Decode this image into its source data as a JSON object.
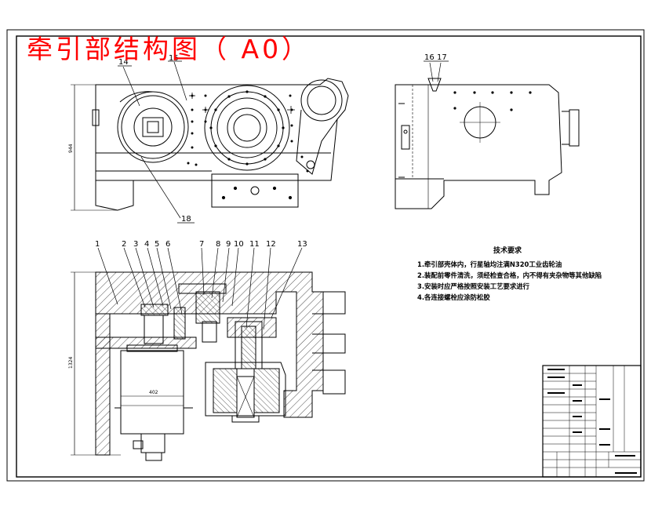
{
  "title": "牵引部结构图（ A0）",
  "part_numbers": [
    "1",
    "2",
    "3",
    "4",
    "5",
    "6",
    "7",
    "8",
    "9",
    "10",
    "11",
    "12",
    "13",
    "14",
    "15",
    "16",
    "17",
    "18"
  ],
  "dimensions": {
    "top_view_height": "944",
    "section_height": "1324",
    "motor_width": "402"
  },
  "technical_notes": {
    "heading": "技术要求",
    "items": [
      "1.牵引部壳体内，行星轴均注满N320工业齿轮油",
      "2.装配前零件清洗，须经检查合格，内不得有夹杂物等其他缺陷",
      "3.安装时应严格按照安装工艺要求进行",
      "4.各连接螺栓应涂防松胶"
    ]
  },
  "colors": {
    "title": "#ff0000",
    "lines": "#000000",
    "background": "#ffffff"
  }
}
